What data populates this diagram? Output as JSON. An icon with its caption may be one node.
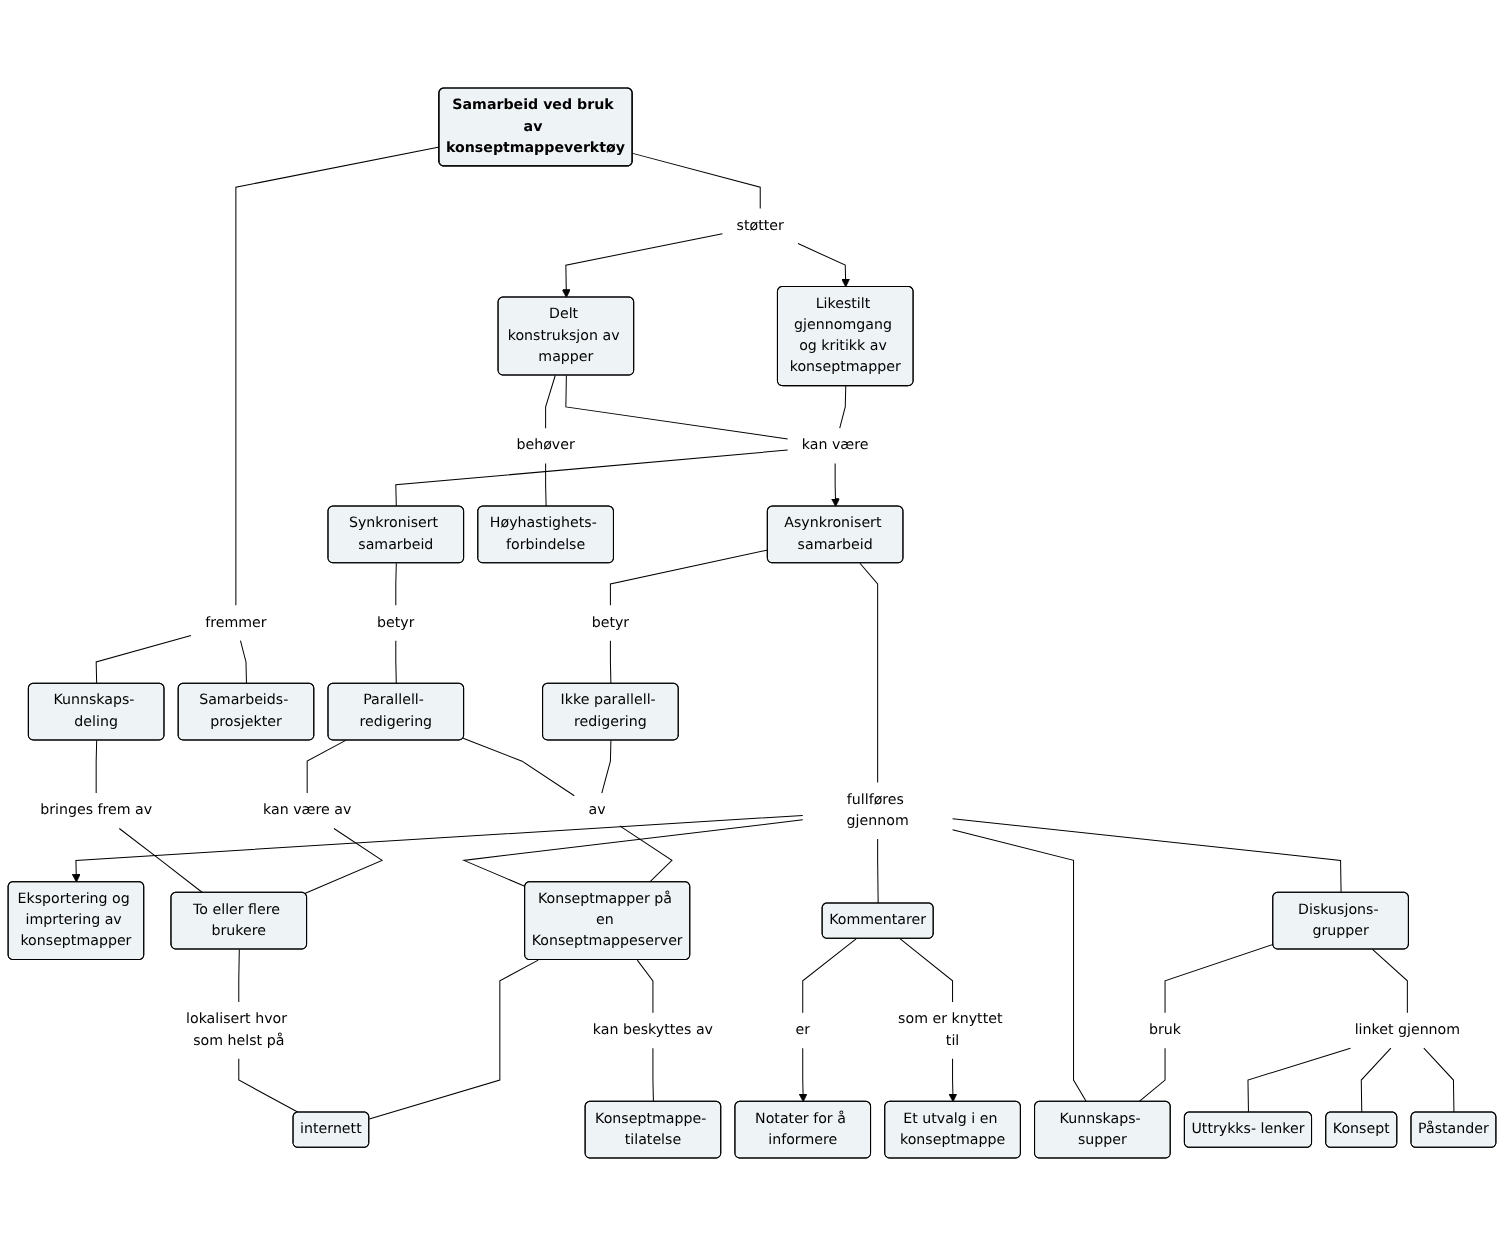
{
  "diagram": {
    "nodes": [
      {
        "text": [
          "Samarbeid ved bruk av konseptmappeverktøy"
        ]
      },
      {
        "text": [
          "fremmer"
        ]
      },
      {
        "text": [
          "Kunnskaps- deling"
        ]
      },
      {
        "text": [
          "Samarbeids- prosjekter"
        ]
      },
      {
        "text": [
          "Delt konstruksjon av mapper"
        ]
      },
      {
        "text": [
          "støtter"
        ]
      },
      {
        "text": [
          "Likestilt gjennomgang og kritikk av konseptmapper"
        ]
      },
      {
        "text": [
          "behøver"
        ]
      },
      {
        "text": [
          "kan være"
        ]
      },
      {
        "text": [
          "Synkronisert samarbeid"
        ]
      },
      {
        "text": [
          "Asynkronisert samarbeid"
        ]
      },
      {
        "text": [
          "Eksportering og imprtering av konseptmapper"
        ]
      },
      {
        "text": [
          "bringes frem av"
        ]
      },
      {
        "text": [
          "betyr"
        ]
      },
      {
        "text": [
          "betyr"
        ]
      },
      {
        "text": [
          "Høyhastighets- forbindelse"
        ]
      },
      {
        "text": [
          "Parallell- redigering"
        ]
      },
      {
        "text": [
          "Ikke parallell- redigering"
        ]
      },
      {
        "text": [
          "fullføres gjennom"
        ]
      },
      {
        "text": [
          "Kommentarer"
        ]
      },
      {
        "text": [
          "kan være av"
        ]
      },
      {
        "text": [
          "av"
        ]
      },
      {
        "text": [
          "To eller flere brukere"
        ]
      },
      {
        "text": [
          "Konseptmapper på en Konseptmappeserver"
        ]
      },
      {
        "text": [
          "Kunnskaps- supper"
        ]
      },
      {
        "text": [
          "Diskusjons- grupper"
        ]
      },
      {
        "text": [
          "bruk"
        ]
      },
      {
        "text": [
          "er"
        ]
      },
      {
        "text": [
          "som er knyttet til"
        ]
      },
      {
        "text": [
          "Notater for å informere"
        ]
      },
      {
        "text": [
          "lokalisert hvor som helst på"
        ]
      },
      {
        "text": [
          "kan beskyttes av"
        ]
      },
      {
        "text": [
          "linket gjennom"
        ]
      },
      {
        "text": [
          "internett"
        ]
      },
      {
        "text": [
          "Konseptmappe- tilatelse"
        ]
      },
      {
        "text": [
          "Uttrykks- lenker"
        ]
      },
      {
        "text": [
          "Konsept"
        ]
      },
      {
        "text": [
          "Påstander"
        ]
      },
      {
        "text": [
          "Et utvalg i en konseptmappe"
        ]
      }
    ],
    "edges": [
      {
        "from": 0,
        "to": 1,
        "arrow": "none"
      },
      {
        "from": 1,
        "to": 2,
        "arrow": "none"
      },
      {
        "from": 1,
        "to": 3,
        "arrow": "none"
      },
      {
        "from": 0,
        "to": 5,
        "arrow": "none"
      },
      {
        "from": 5,
        "to": 4,
        "arrow": "to"
      },
      {
        "from": 5,
        "to": 6,
        "arrow": "to"
      },
      {
        "from": 4,
        "to": 7,
        "arrow": "none"
      },
      {
        "from": 7,
        "to": 15,
        "arrow": "none"
      },
      {
        "from": 4,
        "to": 8,
        "arrow": "none"
      },
      {
        "from": 6,
        "to": 8,
        "arrow": "none"
      },
      {
        "from": 8,
        "to": 9,
        "arrow": "none"
      },
      {
        "from": 8,
        "to": 10,
        "arrow": "to"
      },
      {
        "from": 2,
        "to": 12,
        "arrow": "none"
      },
      {
        "from": 12,
        "to": 22,
        "arrow": "none"
      },
      {
        "from": 9,
        "to": 13,
        "arrow": "none"
      },
      {
        "from": 13,
        "to": 16,
        "arrow": "none"
      },
      {
        "from": 10,
        "to": 14,
        "arrow": "none"
      },
      {
        "from": 14,
        "to": 17,
        "arrow": "none"
      },
      {
        "from": 10,
        "to": 18,
        "arrow": "none"
      },
      {
        "from": 18,
        "to": 11,
        "arrow": "to"
      },
      {
        "from": 18,
        "to": 19,
        "arrow": "none"
      },
      {
        "from": 18,
        "to": 23,
        "arrow": "none"
      },
      {
        "from": 18,
        "to": 25,
        "arrow": "none"
      },
      {
        "from": 18,
        "to": 24,
        "arrow": "none"
      },
      {
        "from": 16,
        "to": 20,
        "arrow": "none"
      },
      {
        "from": 20,
        "to": 22,
        "arrow": "none"
      },
      {
        "from": 16,
        "to": 21,
        "arrow": "none"
      },
      {
        "from": 17,
        "to": 21,
        "arrow": "none"
      },
      {
        "from": 21,
        "to": 23,
        "arrow": "none"
      },
      {
        "from": 22,
        "to": 30,
        "arrow": "none"
      },
      {
        "from": 30,
        "to": 33,
        "arrow": "none"
      },
      {
        "from": 23,
        "to": 33,
        "arrow": "none"
      },
      {
        "from": 23,
        "to": 31,
        "arrow": "none"
      },
      {
        "from": 31,
        "to": 34,
        "arrow": "none"
      },
      {
        "from": 25,
        "to": 26,
        "arrow": "none"
      },
      {
        "from": 26,
        "to": 24,
        "arrow": "none"
      },
      {
        "from": 25,
        "to": 32,
        "arrow": "none"
      },
      {
        "from": 32,
        "to": 35,
        "arrow": "none"
      },
      {
        "from": 32,
        "to": 36,
        "arrow": "none"
      },
      {
        "from": 32,
        "to": 37,
        "arrow": "none"
      },
      {
        "from": 19,
        "to": 27,
        "arrow": "none"
      },
      {
        "from": 27,
        "to": 29,
        "arrow": "to"
      },
      {
        "from": 19,
        "to": 28,
        "arrow": "none"
      },
      {
        "from": 28,
        "to": 38,
        "arrow": "to"
      }
    ]
  }
}
